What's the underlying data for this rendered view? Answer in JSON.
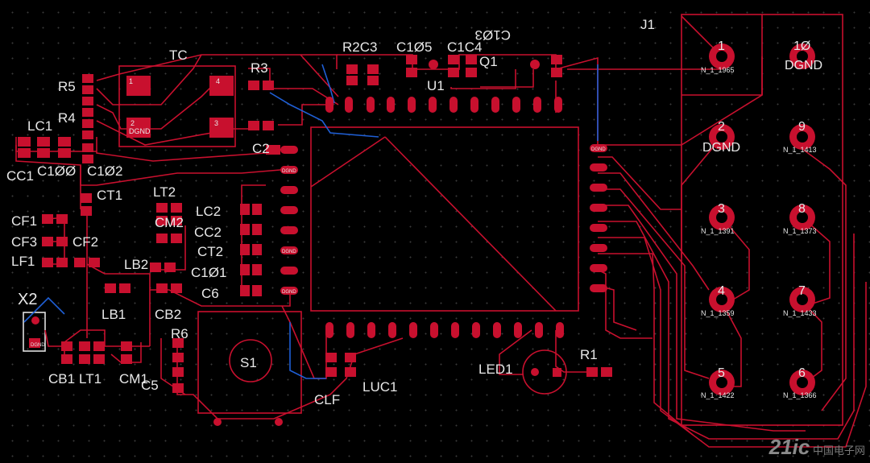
{
  "board": {
    "background": "#000000",
    "trace_color": "#c8102e",
    "via_color": "#1f5fd6",
    "silk_color": "#e8e8e8"
  },
  "labels": {
    "J1": "J1",
    "TC": "TC",
    "R3": "R3",
    "R5": "R5",
    "R4": "R4",
    "R2C3": "R2C3",
    "C105": "C1Ø5",
    "C1C4": "C1C4",
    "C103": "C1Ø3",
    "U1": "U1",
    "Q1": "Q1",
    "LC1": "LC1",
    "CC1": "CC1",
    "C100": "C1ØØ",
    "C102": "C1Ø2",
    "C2": "C2",
    "CT1": "CT1",
    "LT2": "LT2",
    "CM2": "CM2",
    "LC2": "LC2",
    "CC2": "CC2",
    "CT2": "CT2",
    "CF1": "CF1",
    "CF3": "CF3",
    "CF2": "CF2",
    "LF1": "LF1",
    "LB2": "LB2",
    "C101": "C1Ø1",
    "X2": "X2",
    "C6": "C6",
    "LB1": "LB1",
    "CB2": "CB2",
    "R6": "R6",
    "S1": "S1",
    "CLF": "CLF",
    "LUC1": "LUC1",
    "LED1": "LED1",
    "R1": "R1",
    "CB1": "CB1",
    "LT1": "LT1",
    "CM1": "CM1",
    "C5": "C5"
  },
  "pad_labels": {
    "dgnd": "DGND",
    "tc_1": "1",
    "tc_2": "2",
    "tc_3": "3",
    "tc_4": "4",
    "tc_2_net": "DGND"
  },
  "connector": {
    "pins": [
      {
        "num": "1",
        "net": "N_1_1965"
      },
      {
        "num": "1Ø",
        "net": "DGND"
      },
      {
        "num": "2",
        "net": "DGND"
      },
      {
        "num": "9",
        "net": "N_1_1413"
      },
      {
        "num": "3",
        "net": "N_1_1391"
      },
      {
        "num": "8",
        "net": "N_1_1373"
      },
      {
        "num": "4",
        "net": "N_1_1359"
      },
      {
        "num": "7",
        "net": "N_1_1433"
      },
      {
        "num": "5",
        "net": "N_1_1422"
      },
      {
        "num": "6",
        "net": "N_1_1366"
      }
    ]
  },
  "watermark": {
    "brand": "21ic",
    "site": "中国电子网"
  }
}
